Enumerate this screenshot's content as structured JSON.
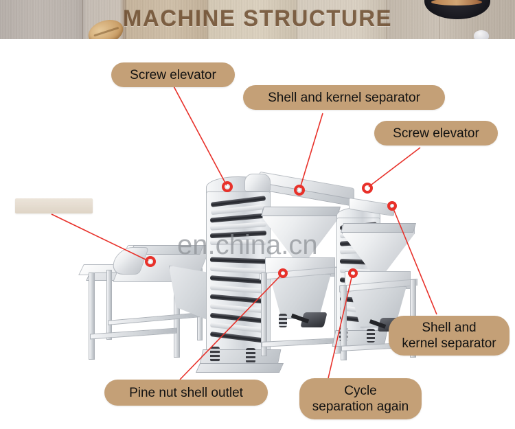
{
  "banner": {
    "title": "MACHINE STRUCTURE",
    "wood_color": "#cfc4b1",
    "title_color": "#6b4a2c",
    "decor": {
      "nut": "pistachio-nut",
      "bowl": "dark-bowl"
    }
  },
  "watermark": {
    "text": "en.china.cn",
    "color": "#8d9196"
  },
  "theme": {
    "label_bg": "#c4a077",
    "label_text": "#111111",
    "pointer_line": "#e8312a",
    "marker_ring": "#e8312a",
    "machine_steel": "#dfe3e7"
  },
  "labels": [
    {
      "id": "screw-elevator-left",
      "text": "Screw elevator",
      "lines": [
        "Screw elevator"
      ]
    },
    {
      "id": "shell-kernel-top",
      "text": "Shell and kernel separator",
      "lines": [
        "Shell and kernel separator"
      ]
    },
    {
      "id": "screw-elevator-right",
      "text": "Screw elevator",
      "lines": [
        "Screw elevator"
      ]
    },
    {
      "id": "shell-kernel-right",
      "text": "Shell and kernel separator",
      "lines": [
        "Shell and",
        "kernel separator"
      ]
    },
    {
      "id": "pine-nut-shell-outlet",
      "text": "Pine nut shell outlet",
      "lines": [
        "Pine nut shell outlet"
      ]
    },
    {
      "id": "cycle-separation",
      "text": "Cycle separation again",
      "lines": [
        "Cycle",
        "separation again"
      ]
    },
    {
      "id": "blank-label",
      "text": "",
      "lines": [
        ""
      ]
    }
  ],
  "machine": {
    "name": "pine nut shell and kernel separating production line",
    "parts": [
      "feeding-work-table",
      "feed-hopper-conveyor",
      "screw-elevator-left",
      "shell-kernel-separator-left",
      "screw-elevator-right",
      "shell-kernel-separator-right",
      "vibration-damper-springs",
      "motor-drive-belt"
    ]
  }
}
